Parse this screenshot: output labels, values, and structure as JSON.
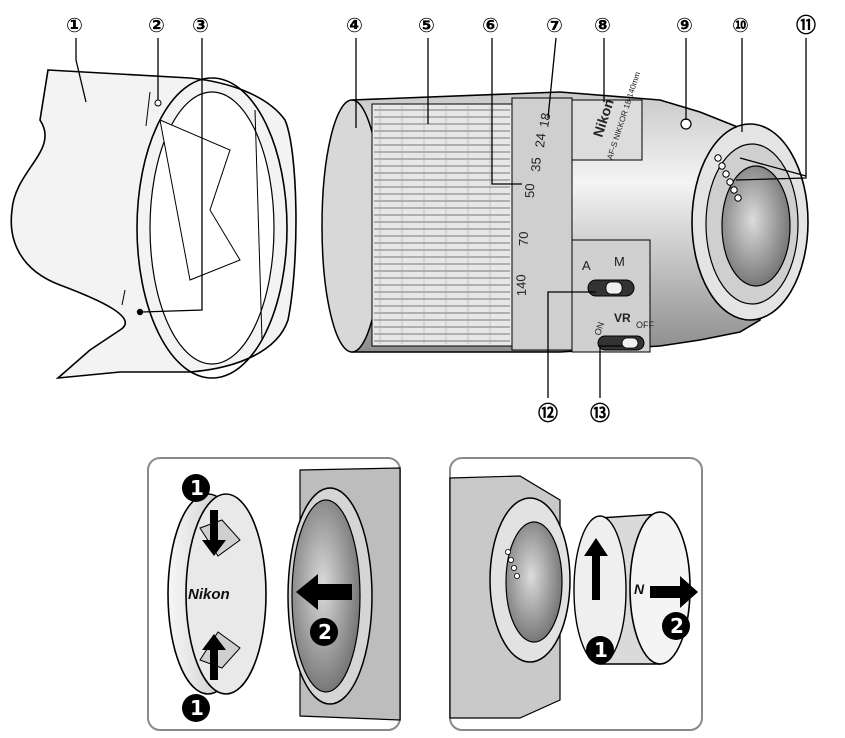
{
  "callouts": [
    "①",
    "②",
    "③",
    "④",
    "⑤",
    "⑥",
    "⑦",
    "⑧",
    "⑨",
    "⑩",
    "⑪",
    "⑫",
    "⑬"
  ],
  "lens": {
    "brand": "Nikon",
    "model_text": "AF-S NIKKOR 18-140mm",
    "focal_marks": [
      "18",
      "24",
      "35",
      "50",
      "70",
      "140"
    ],
    "focus_switch": {
      "a": "A",
      "m": "M"
    },
    "vr_switch": {
      "title": "VR",
      "on": "ON",
      "off": "OFF"
    }
  },
  "panel_front": {
    "cap_brand": "Nikon",
    "step_1": "1",
    "step_2": "2"
  },
  "panel_rear": {
    "cap_brand": "N",
    "step_1": "1",
    "step_2": "2"
  },
  "colors": {
    "line": "#000000",
    "light_fill": "#f2f2f2",
    "shade": "#9a9a9a",
    "panel_border": "#8a8a8a"
  }
}
